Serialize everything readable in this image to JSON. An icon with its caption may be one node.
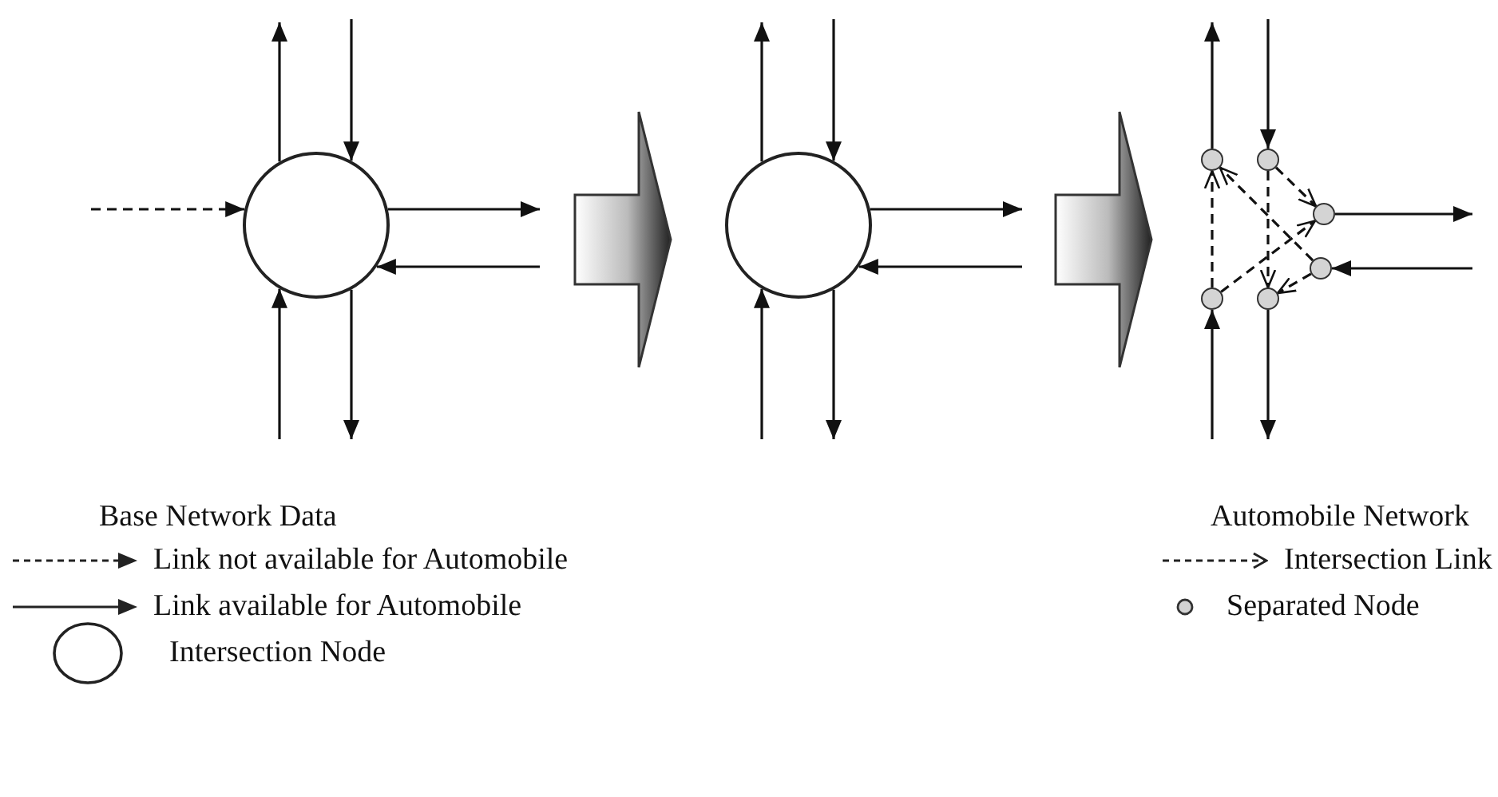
{
  "diagram": {
    "nodes": [
      {
        "text": [],
        "shape": "circle"
      },
      {
        "text": [],
        "shape": "circle"
      },
      {
        "text": [],
        "shape": "circle"
      },
      {
        "text": [],
        "shape": "circle"
      },
      {
        "text": [],
        "shape": "circle"
      },
      {
        "text": [],
        "shape": "circle"
      },
      {
        "text": [],
        "shape": "circle"
      },
      {
        "text": [],
        "shape": "circle"
      }
    ],
    "edges": [
      {
        "from": 0,
        "to": null,
        "arrow": "to"
      },
      {
        "from": null,
        "to": 0,
        "arrow": "to"
      },
      {
        "from": null,
        "to": 0,
        "arrow": "to",
        "style": "dashed"
      },
      {
        "from": 0,
        "to": null,
        "arrow": "to"
      },
      {
        "from": null,
        "to": 0,
        "arrow": "to"
      },
      {
        "from": null,
        "to": 0,
        "arrow": "to"
      },
      {
        "from": 0,
        "to": null,
        "arrow": "to"
      },
      {
        "from": 1,
        "to": null,
        "arrow": "to"
      },
      {
        "from": null,
        "to": 1,
        "arrow": "to"
      },
      {
        "from": 1,
        "to": null,
        "arrow": "to"
      },
      {
        "from": null,
        "to": 1,
        "arrow": "to"
      },
      {
        "from": null,
        "to": 1,
        "arrow": "to"
      },
      {
        "from": 1,
        "to": null,
        "arrow": "to"
      },
      {
        "from": 2,
        "to": null,
        "arrow": "to"
      },
      {
        "from": null,
        "to": 3,
        "arrow": "to"
      },
      {
        "from": 4,
        "to": null,
        "arrow": "to"
      },
      {
        "from": null,
        "to": 5,
        "arrow": "to"
      },
      {
        "from": null,
        "to": 6,
        "arrow": "to"
      },
      {
        "from": 7,
        "to": null,
        "arrow": "to"
      },
      {
        "from": 6,
        "to": 2,
        "arrow": "to",
        "style": "dashed"
      },
      {
        "from": 5,
        "to": 2,
        "arrow": "to",
        "style": "dashed"
      },
      {
        "from": 3,
        "to": 4,
        "arrow": "to",
        "style": "dashed"
      },
      {
        "from": 6,
        "to": 4,
        "arrow": "to",
        "style": "dashed"
      },
      {
        "from": 3,
        "to": 7,
        "arrow": "to",
        "style": "dashed"
      },
      {
        "from": 5,
        "to": 7,
        "arrow": "to",
        "style": "dashed"
      }
    ],
    "labels": [
      "Base Network Data",
      "Automobile Network"
    ],
    "legend": [
      {
        "text": "Link not available for Automobile"
      },
      {
        "text": "Link available for Automobile"
      },
      {
        "text": "Intersection Node"
      },
      {
        "text": "Intersection Link"
      },
      {
        "text": "Separated Node"
      }
    ]
  }
}
